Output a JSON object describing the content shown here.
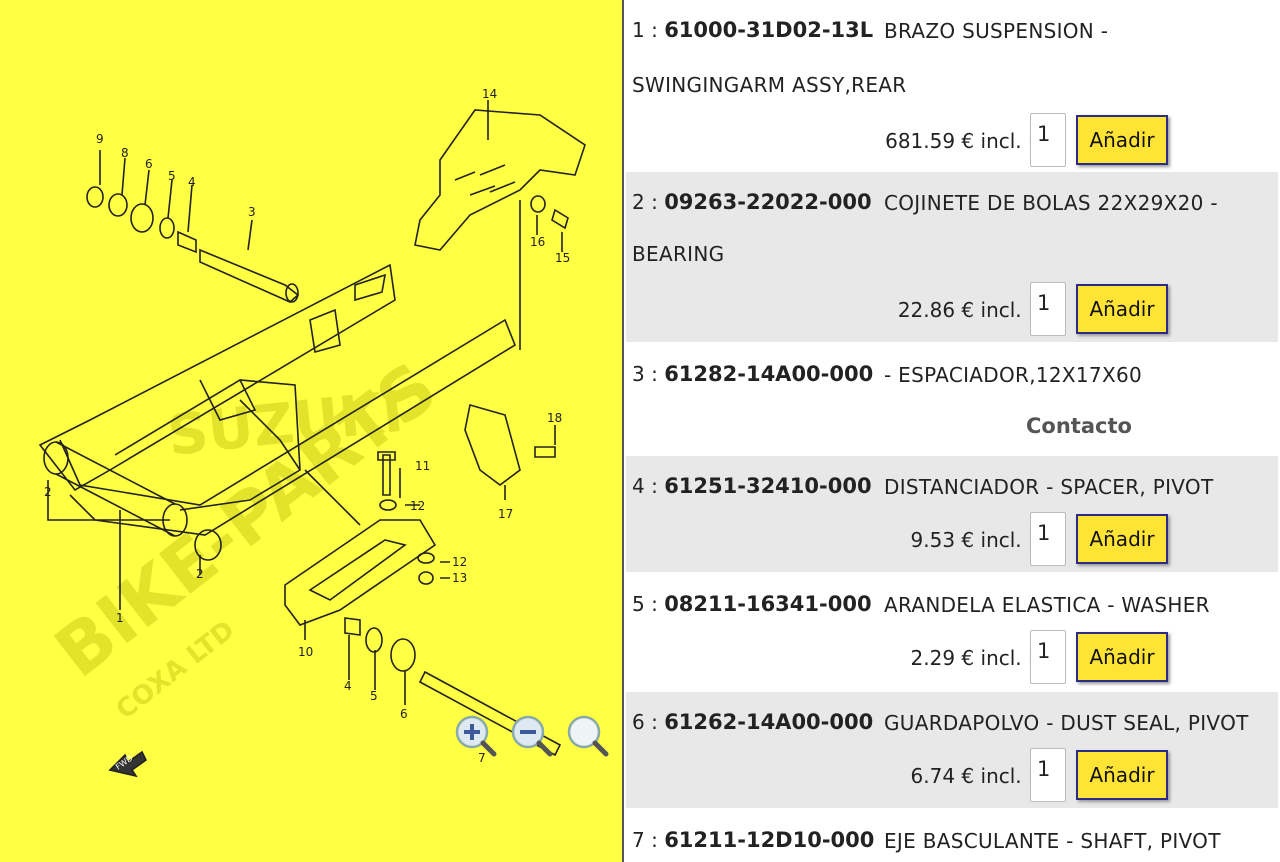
{
  "diagram": {
    "callouts": [
      "1",
      "2",
      "2",
      "3",
      "4",
      "4",
      "5",
      "5",
      "6",
      "6",
      "7",
      "8",
      "9",
      "10",
      "11",
      "12",
      "12",
      "13",
      "14",
      "15",
      "16",
      "17",
      "18"
    ],
    "watermark_brand": "SUZUKI",
    "watermark_shop": "BIKE-PARTS",
    "watermark_sub": "COXA LTD",
    "fwd_label": "FWD",
    "zoom_controls": [
      "zoom-in-icon",
      "zoom-out-icon",
      "zoom-reset-icon"
    ]
  },
  "parts": [
    {
      "index": "1 :",
      "number": "61000-31D02-13L",
      "desc1": "BRAZO SUSPENSION -",
      "desc2": "SWINGINGARM ASSY,REAR",
      "price": "681.59 € incl. IVA",
      "qty": "1",
      "action": "Añadir"
    },
    {
      "index": "2 :",
      "number": "09263-22022-000",
      "desc1": "COJINETE DE BOLAS 22X29X20 -",
      "desc2": "BEARING",
      "price": "22.86 € incl. IVA",
      "qty": "1",
      "action": "Añadir"
    },
    {
      "index": "3 :",
      "number": "61282-14A00-000",
      "desc1": "- ESPACIADOR,12X17X60",
      "contact": "Contacto"
    },
    {
      "index": "4 :",
      "number": "61251-32410-000",
      "desc1": "DISTANCIADOR - SPACER, PIVOT",
      "price": "9.53 € incl. IVA",
      "qty": "1",
      "action": "Añadir"
    },
    {
      "index": "5 :",
      "number": "08211-16341-000",
      "desc1": "ARANDELA ELASTICA - WASHER",
      "price": "2.29 € incl. IVA",
      "qty": "1",
      "action": "Añadir"
    },
    {
      "index": "6 :",
      "number": "61262-14A00-000",
      "desc1": "GUARDAPOLVO - DUST SEAL, PIVOT",
      "price": "6.74 € incl. IVA",
      "qty": "1",
      "action": "Añadir"
    },
    {
      "index": "7 :",
      "number": "61211-12D10-000",
      "desc1": "EJE BASCULANTE - SHAFT, PIVOT"
    }
  ],
  "colors": {
    "diagram_bg": "#ffff44",
    "button_bg": "#ffe436",
    "button_border": "#2b2b8a",
    "alt_row": "#e8e8e8"
  }
}
